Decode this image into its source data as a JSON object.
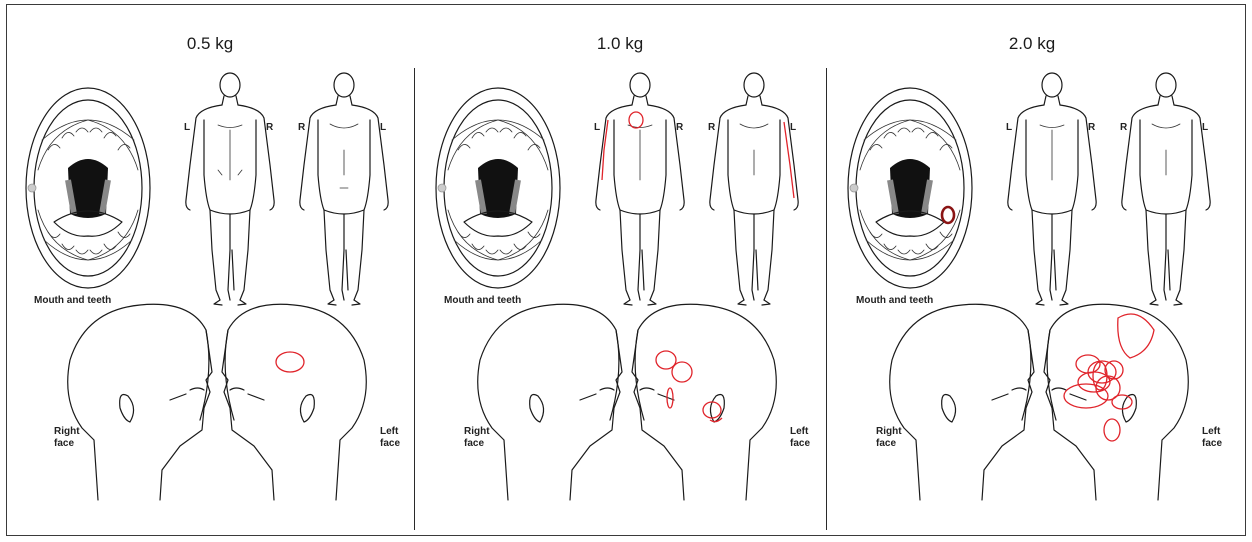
{
  "panels": [
    {
      "title": "0.5 kg",
      "mouth_label": "Mouth and teeth",
      "back_l": "L",
      "back_r": "R",
      "front_r": "R",
      "front_l": "L",
      "right_face_label": "Right\nface",
      "left_face_label": "Left\nface"
    },
    {
      "title": "1.0 kg",
      "mouth_label": "Mouth and teeth",
      "back_l": "L",
      "back_r": "R",
      "front_r": "R",
      "front_l": "L",
      "right_face_label": "Right\nface",
      "left_face_label": "Left\nface"
    },
    {
      "title": "2.0 kg",
      "mouth_label": "Mouth and teeth",
      "back_l": "L",
      "back_r": "R",
      "front_r": "R",
      "front_l": "L",
      "right_face_label": "Right\nface",
      "left_face_label": "Left\nface"
    }
  ],
  "colors": {
    "pain_marking": "#e0242b",
    "pain_marking_dark": "#8a1414",
    "line_art": "#1a1a1a"
  }
}
